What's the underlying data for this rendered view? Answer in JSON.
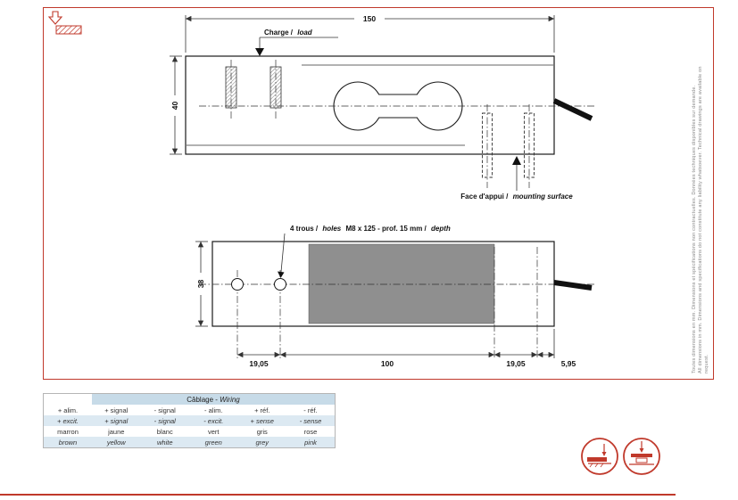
{
  "page": {
    "side_note_fr": "Toutes dimensions en mm. Dimensions et spécifications non contractuelles. Données techniques disponibles sur demande.",
    "side_note_en": "All dimensions in mm. Dimensions and specifications do not constitute any liability whatsoever. Technical drawings are available on request."
  },
  "side_view": {
    "dim_length": "150",
    "dim_height": "40",
    "charge_label_fr": "Charge /",
    "charge_label_en": "load",
    "mounting_label_fr": "Face d'appui /",
    "mounting_label_en": "mounting surface"
  },
  "top_view": {
    "dim_width": "38",
    "holes_note_fr": "4 trous /",
    "holes_note_en": "holes",
    "holes_note_spec": "M8 x 125 - prof. 15 mm /",
    "holes_note_depth": "depth",
    "dim_pitch_left": "19,05",
    "dim_center": "100",
    "dim_pitch_right": "19,05",
    "dim_edge": "5,95"
  },
  "wiring": {
    "header_fr": "Câblage -",
    "header_en": "Wiring",
    "rows": [
      [
        "+ alim.",
        "+ signal",
        "- signal",
        "- alim.",
        "+ réf.",
        "- réf."
      ],
      [
        "+ excit.",
        "+ signal",
        "- signal",
        "- excit.",
        "+ sense",
        "- sense"
      ],
      [
        "marron",
        "jaune",
        "blanc",
        "vert",
        "gris",
        "rose"
      ],
      [
        "brown",
        "yellow",
        "white",
        "green",
        "grey",
        "pink"
      ]
    ]
  },
  "colors": {
    "accent_red": "#c0392b",
    "table_header_blue": "#c7dbe8",
    "table_row_blue": "#dce9f2",
    "drawing_gray": "#8f8f8f"
  }
}
